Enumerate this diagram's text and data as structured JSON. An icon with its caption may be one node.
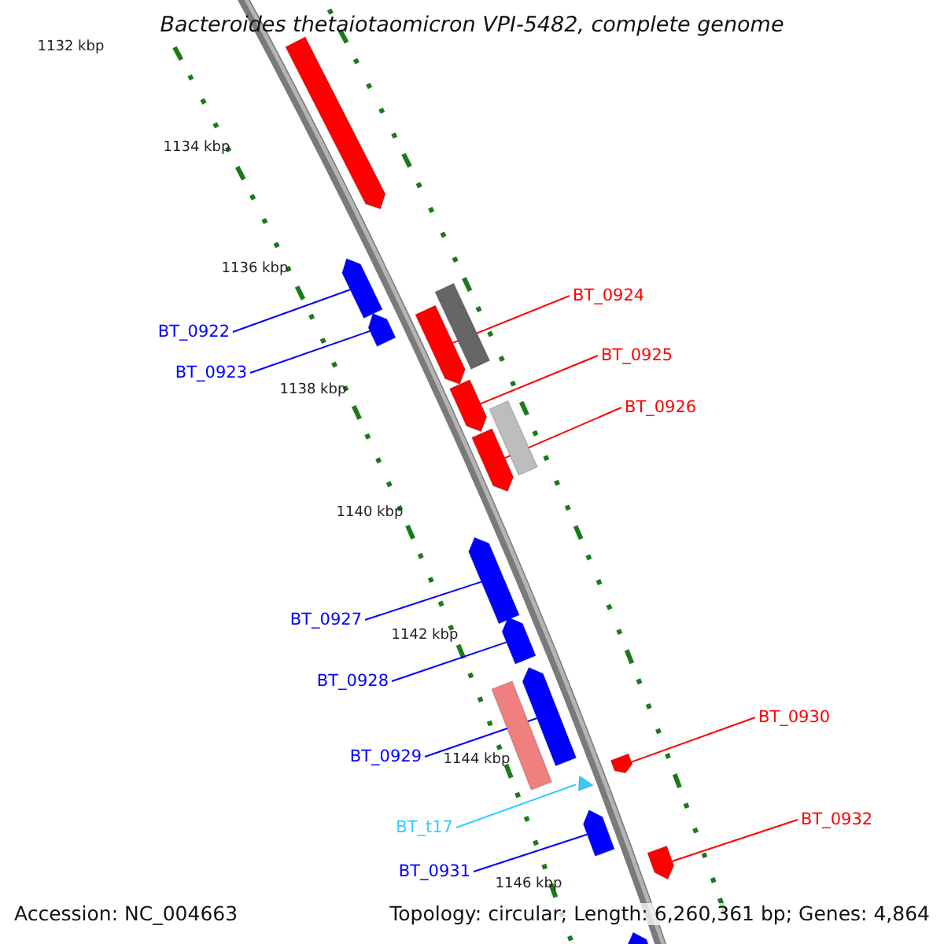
{
  "diagram": {
    "title": "Bacteroides thetaiotaomicron VPI-5482, complete genome",
    "nodes": [
      {
        "text": [],
        "shape": "arrow"
      },
      {
        "text": [],
        "shape": "arrow"
      },
      {
        "text": [
          "BT_0924"
        ]
      },
      {
        "text": [],
        "shape": "arrow"
      },
      {
        "text": [],
        "shape": "bar"
      },
      {
        "text": [],
        "shape": "arrow"
      },
      {
        "text": [
          "BT_0922"
        ]
      },
      {
        "text": [
          "BT_0925"
        ]
      },
      {
        "text": [
          "BT_0923"
        ]
      },
      {
        "text": [],
        "shape": "arrow"
      },
      {
        "text": [
          "BT_0926"
        ]
      },
      {
        "text": [],
        "shape": "bar"
      },
      {
        "text": [],
        "shape": "arrow"
      },
      {
        "text": [],
        "shape": "arrow"
      },
      {
        "text": [],
        "shape": "arrow"
      },
      {
        "text": [
          "BT_0927"
        ]
      },
      {
        "text": [],
        "shape": "arrow"
      },
      {
        "text": [],
        "shape": "bar"
      },
      {
        "text": [
          "BT_0928"
        ]
      },
      {
        "text": [
          "BT_0930"
        ]
      },
      {
        "text": [
          "BT_0929"
        ]
      },
      {
        "text": [],
        "shape": "arrow"
      },
      {
        "text": [],
        "shape": "triangle"
      },
      {
        "text": [],
        "shape": "arrow"
      },
      {
        "text": [
          "BT_0932"
        ]
      },
      {
        "text": [
          "BT_t17"
        ]
      },
      {
        "text": [],
        "shape": "arrow"
      },
      {
        "text": [
          "BT_0931"
        ]
      },
      {
        "text": [],
        "shape": "arrow"
      }
    ],
    "edges": [
      {
        "from": 6,
        "to": 1,
        "arrow": "none"
      },
      {
        "from": 8,
        "to": 3,
        "arrow": "none"
      },
      {
        "from": 2,
        "to": 5,
        "arrow": "none",
        "color": "#ff0000"
      },
      {
        "from": 7,
        "to": 9,
        "arrow": "none",
        "color": "#ff0000"
      },
      {
        "from": 10,
        "to": 12,
        "arrow": "none",
        "color": "#ff0000"
      },
      {
        "from": 15,
        "to": 13,
        "arrow": "none"
      },
      {
        "from": 18,
        "to": 14,
        "arrow": "none"
      },
      {
        "from": 20,
        "to": 16,
        "arrow": "none"
      },
      {
        "from": 19,
        "to": 21,
        "arrow": "none",
        "color": "#ff0000"
      },
      {
        "from": 25,
        "to": 22,
        "arrow": "none",
        "color": "#33ccff"
      },
      {
        "from": 24,
        "to": 26,
        "arrow": "none",
        "color": "#ff0000"
      },
      {
        "from": 27,
        "to": 23,
        "arrow": "none"
      }
    ],
    "labels": [
      "1132 kbp",
      "1134 kbp",
      "1136 kbp",
      "1138 kbp",
      "1140 kbp",
      "1142 kbp",
      "1144 kbp",
      "1146 kbp",
      "Accession: NC_004663",
      "Topology: circular; Length: 6,260,361 bp; Genes: 4,864"
    ]
  }
}
